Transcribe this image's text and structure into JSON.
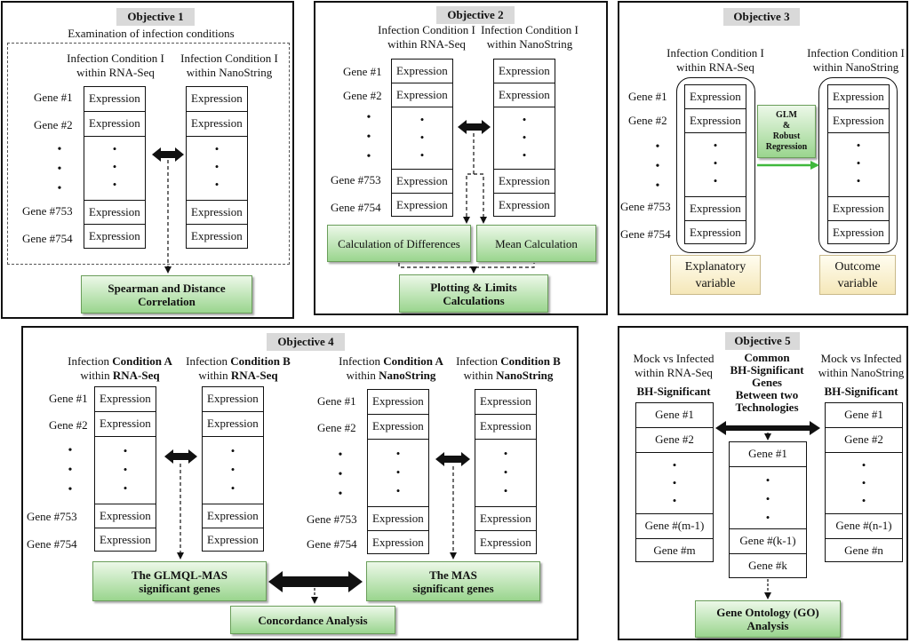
{
  "objective1": {
    "title": "Objective 1",
    "subtitle": "Examination of infection conditions",
    "col_left_line1": "Infection Condition I",
    "col_left_line2": "within RNA-Seq",
    "col_right_line1": "Infection Condition I",
    "col_right_line2": "within NanoString",
    "box_line1": "Spearman and Distance",
    "box_line2": "Correlation"
  },
  "objective2": {
    "title": "Objective 2",
    "col_left_line1": "Infection Condition I",
    "col_left_line2": "within RNA-Seq",
    "col_right_line1": "Infection Condition I",
    "col_right_line2": "within NanoString",
    "box_diff": "Calculation of Differences",
    "box_mean": "Mean Calculation",
    "box_plot_line1": "Plotting & Limits",
    "box_plot_line2": "Calculations"
  },
  "objective3": {
    "title": "Objective 3",
    "col_left_line1": "Infection Condition I",
    "col_left_line2": "within RNA-Seq",
    "col_right_line1": "Infection Condition I",
    "col_right_line2": "within NanoString",
    "method_line1": "GLM",
    "method_line2": "&",
    "method_line3": "Robust",
    "method_line4": "Regression",
    "explanatory_line1": "Explanatory",
    "explanatory_line2": "variable",
    "outcome_line1": "Outcome",
    "outcome_line2": "variable"
  },
  "objective4": {
    "title": "Objective 4",
    "infection": "Infection",
    "condition_a": "Condition A",
    "condition_b": "Condition B",
    "within": "within",
    "rnaseq": "RNA-Seq",
    "nanostring": "NanoString",
    "box_glmql_line1": "The GLMQL-MAS",
    "box_glmql_line2": "significant genes",
    "box_mas_line1": "The MAS",
    "box_mas_line2": "significant genes",
    "box_concordance": "Concordance Analysis"
  },
  "objective5": {
    "title": "Objective 5",
    "left_line1": "Mock vs Infected",
    "left_line2": "within RNA-Seq",
    "right_line1": "Mock vs Infected",
    "right_line2": "within NanoString",
    "bh_sig": "BH-Significant",
    "common_line1": "Common",
    "common_line2": "BH-Significant",
    "common_line3": "Genes",
    "common_line4": "Between two",
    "common_line5": "Technologies",
    "gene1": "Gene #1",
    "gene2": "Gene #2",
    "gene_m1": "Gene #(m-1)",
    "gene_m": "Gene #m",
    "gene_n1": "Gene #(n-1)",
    "gene_n": "Gene #n",
    "gene_k1": "Gene #(k-1)",
    "gene_k": "Gene #k",
    "go_line1": "Gene Ontology (GO)",
    "go_line2": "Analysis"
  },
  "genes": {
    "g1": "Gene #1",
    "g2": "Gene #2",
    "g753": "Gene #753",
    "g754": "Gene #754"
  },
  "expression": "Expression",
  "dot": "•",
  "colors": {
    "green_box_top": "#ecf8e8",
    "green_box_bottom": "#9ad58e",
    "green_arrow": "#3fb83c",
    "yellow_box": "#f5e7b8",
    "title_bg": "#d9d9d9"
  }
}
